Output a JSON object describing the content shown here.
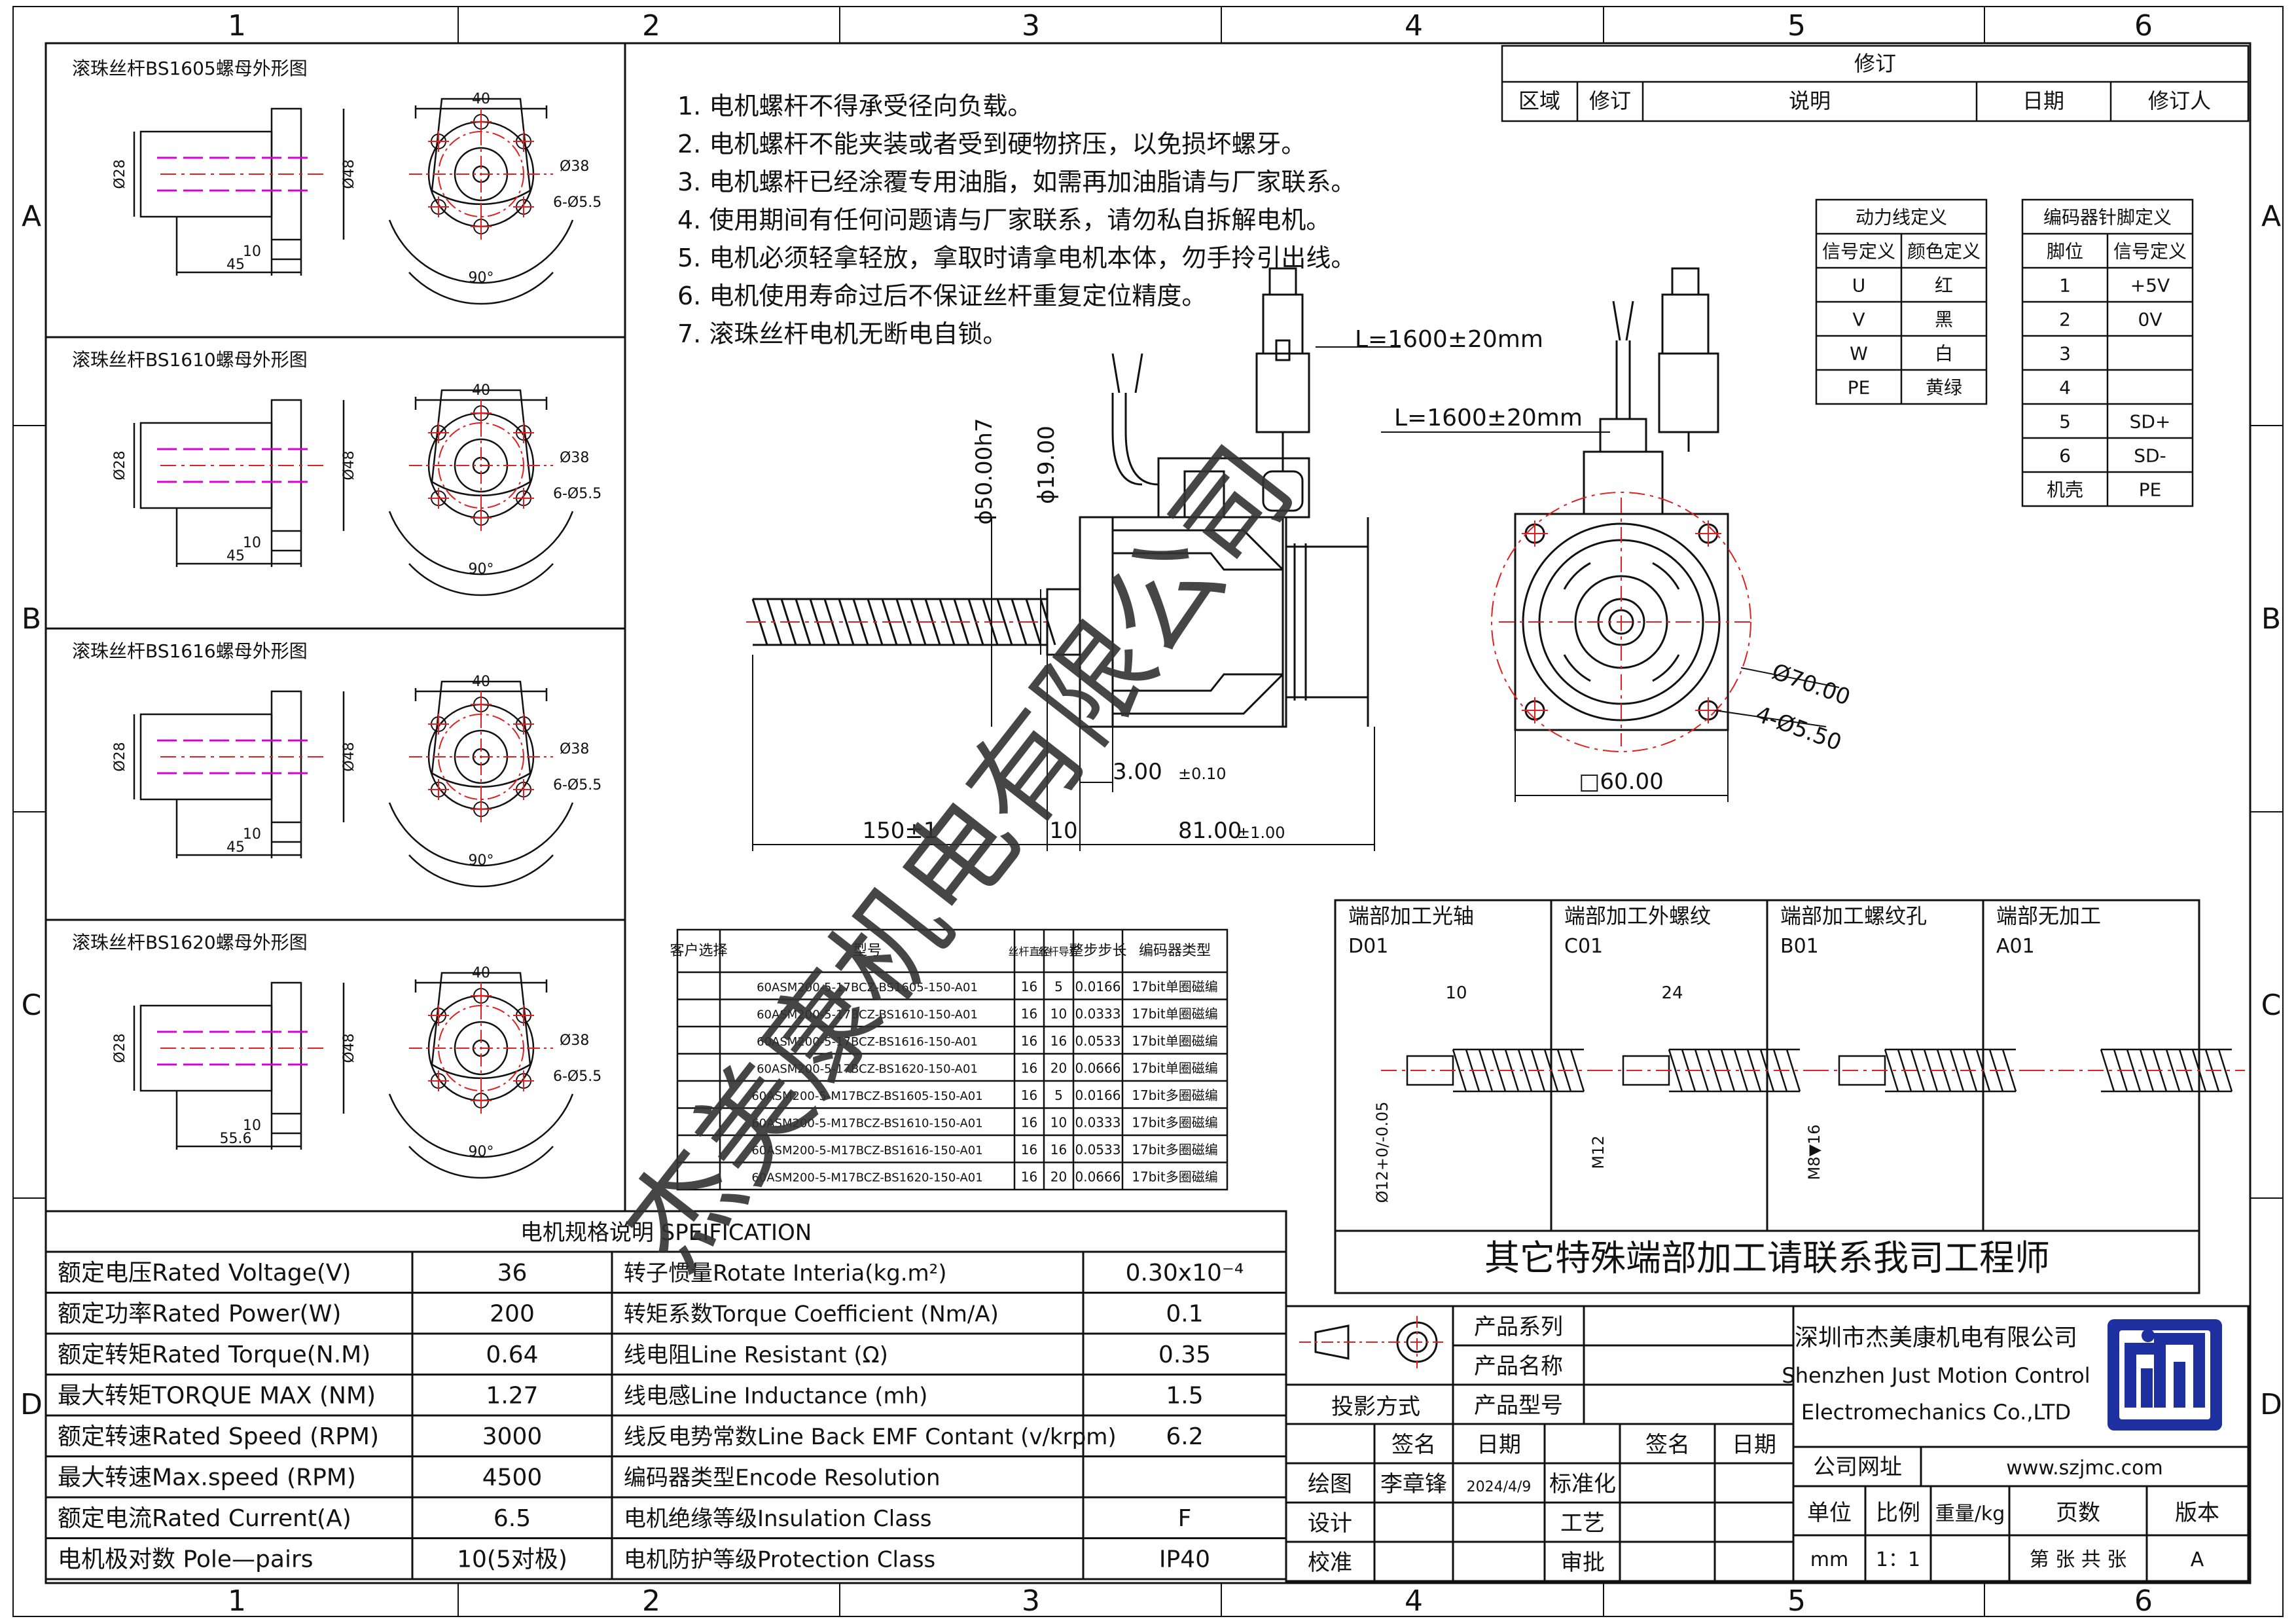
{
  "grid": {
    "cols": [
      "1",
      "2",
      "3",
      "4",
      "5",
      "6"
    ],
    "rows": [
      "A",
      "B",
      "C",
      "D"
    ]
  },
  "nut_views": [
    {
      "title": "滚珠丝杆BS1605螺母外形图",
      "w40": "40",
      "d28": "Ø28",
      "d48": "Ø48",
      "d38": "Ø38",
      "holes": "6-Ø5.5",
      "ang": "90°",
      "l10": "10",
      "l45": "45"
    },
    {
      "title": "滚珠丝杆BS1610螺母外形图",
      "w40": "40",
      "d28": "Ø28",
      "d48": "Ø48",
      "d38": "Ø38",
      "holes": "6-Ø5.5",
      "ang": "90°",
      "l10": "10",
      "l45": "45"
    },
    {
      "title": "滚珠丝杆BS1616螺母外形图",
      "w40": "40",
      "d28": "Ø28",
      "d48": "Ø48",
      "d38": "Ø38",
      "holes": "6-Ø5.5",
      "ang": "90°",
      "l10": "10",
      "l45": "45"
    },
    {
      "title": "滚珠丝杆BS1620螺母外形图",
      "w40": "40",
      "d28": "Ø28",
      "d48": "Ø48",
      "d38": "Ø38",
      "holes": "6-Ø5.5",
      "ang": "90°",
      "l10": "10",
      "l45": "55.6"
    }
  ],
  "notes": [
    "1. 电机螺杆不得承受径向负载。",
    "2. 电机螺杆不能夹装或者受到硬物挤压，以免损坏螺牙。",
    "3. 电机螺杆已经涂覆专用油脂，如需再加油脂请与厂家联系。",
    "4. 使用期间有任何问题请与厂家联系，请勿私自拆解电机。",
    "5. 电机必须轻拿轻放，拿取时请拿电机本体，勿手拎引出线。",
    "6. 电机使用寿命过后不保证丝杆重复定位精度。",
    "7. 滚珠丝杆电机无断电自锁。"
  ],
  "revision": {
    "title": "修订",
    "headers": [
      "区域",
      "修订",
      "说明",
      "日期",
      "修订人"
    ]
  },
  "power_table": {
    "title": "动力线定义",
    "headers": [
      "信号定义",
      "颜色定义"
    ],
    "rows": [
      [
        "U",
        "红"
      ],
      [
        "V",
        "黑"
      ],
      [
        "W",
        "白"
      ],
      [
        "PE",
        "黄绿"
      ]
    ]
  },
  "encoder_table": {
    "title": "编码器针脚定义",
    "headers": [
      "脚位",
      "信号定义"
    ],
    "rows": [
      [
        "1",
        "+5V"
      ],
      [
        "2",
        "0V"
      ],
      [
        "3",
        ""
      ],
      [
        "4",
        ""
      ],
      [
        "5",
        "SD+"
      ],
      [
        "6",
        "SD-"
      ],
      [
        "机壳",
        "PE"
      ]
    ]
  },
  "motor_dims": {
    "cable_len1": "L=1600±20mm",
    "cable_len2": "L=1600±20mm",
    "d50": "ϕ50.00h7",
    "d19": "ϕ19.00",
    "t3": "3.00",
    "t3tol": "±0.10",
    "l150": "150±1",
    "l10": "10",
    "l81": "81.00",
    "l81tol": "±1.00",
    "d70": "Ø70.00",
    "holes": "4-Ø5.50",
    "sq60": "□60.00"
  },
  "model_table": {
    "headers": [
      "客户选择",
      "型号",
      "丝杆直径",
      "丝杆导程",
      "整步步长",
      "编码器类型"
    ],
    "rows": [
      [
        "",
        "60ASM200-5-17BCZ-BS1605-150-A01",
        "16",
        "5",
        "0.0166",
        "17bit单圈磁编"
      ],
      [
        "",
        "60ASM200-5-17BCZ-BS1610-150-A01",
        "16",
        "10",
        "0.0333",
        "17bit单圈磁编"
      ],
      [
        "",
        "60ASM200-5-17BCZ-BS1616-150-A01",
        "16",
        "16",
        "0.0533",
        "17bit单圈磁编"
      ],
      [
        "",
        "60ASM200-5-17BCZ-BS1620-150-A01",
        "16",
        "20",
        "0.0666",
        "17bit单圈磁编"
      ],
      [
        "",
        "60ASM200-5-M17BCZ-BS1605-150-A01",
        "16",
        "5",
        "0.0166",
        "17bit多圈磁编"
      ],
      [
        "",
        "60ASM200-5-M17BCZ-BS1610-150-A01",
        "16",
        "10",
        "0.0333",
        "17bit多圈磁编"
      ],
      [
        "",
        "60ASM200-5-M17BCZ-BS1616-150-A01",
        "16",
        "16",
        "0.0533",
        "17bit多圈磁编"
      ],
      [
        "",
        "60ASM200-5-M17BCZ-BS1620-150-A01",
        "16",
        "20",
        "0.0666",
        "17bit多圈磁编"
      ]
    ]
  },
  "end_types": [
    {
      "title": "端部加工光轴",
      "code": "D01",
      "dim_top": "10",
      "dim_side": "Ø12+0/-0.05"
    },
    {
      "title": "端部加工外螺纹",
      "code": "C01",
      "dim_top": "24",
      "dim_side": "M12"
    },
    {
      "title": "端部加工螺纹孔",
      "code": "B01",
      "dim_top": "",
      "dim_side": "M8▼16"
    },
    {
      "title": "端部无加工",
      "code": "A01",
      "dim_top": "",
      "dim_side": ""
    }
  ],
  "end_note": "其它特殊端部加工请联系我司工程师",
  "spec": {
    "title": "电机规格说明 SPEIFICATION",
    "rows": [
      [
        "额定电压Rated Voltage(V)",
        "36",
        "转子惯量Rotate Interia(kg.m²)",
        "0.30x10⁻⁴"
      ],
      [
        "额定功率Rated Power(W)",
        "200",
        "转矩系数Torque Coefficient (Nm/A)",
        "0.1"
      ],
      [
        "额定转矩Rated Torque(N.M)",
        "0.64",
        "线电阻Line Resistant (Ω)",
        "0.35"
      ],
      [
        "最大转矩TORQUE MAX (NM)",
        "1.27",
        "线电感Line Inductance (mh)",
        "1.5"
      ],
      [
        "额定转速Rated Speed (RPM)",
        "3000",
        "线反电势常数Line Back EMF Contant (v/krpm)",
        "6.2"
      ],
      [
        "最大转速Max.speed (RPM)",
        "4500",
        "编码器类型Encode Resolution",
        ""
      ],
      [
        "额定电流Rated Current(A)",
        "6.5",
        "电机绝缘等级Insulation Class",
        "F"
      ],
      [
        "电机极对数 Pole—pairs",
        "10(5对极)",
        "电机防护等级Protection Class",
        "IP40"
      ]
    ]
  },
  "title_block": {
    "proj_label": "投影方式",
    "series_label": "产品系列",
    "name_label": "产品名称",
    "model_label": "产品型号",
    "sign": "签名",
    "date": "日期",
    "sign2": "签名",
    "date2": "日期",
    "draw": "绘图",
    "drawer": "李章锋",
    "draw_date": "2024/4/9",
    "std": "标准化",
    "design": "设计",
    "craft": "工艺",
    "check": "校准",
    "approve": "审批",
    "company_cn": "深圳市杰美康机电有限公司",
    "company_en1": "Shenzhen Just Motion Control",
    "company_en2": "Electromechanics Co.,LTD",
    "web_label": "公司网址",
    "web": "www.szjmc.com",
    "unit_label": "单位",
    "scale_label": "比例",
    "weight_label": "重量/kg",
    "pages_label": "页数",
    "version_label": "版本",
    "unit": "mm",
    "scale": "1：1",
    "pages": "第 张 共 张",
    "version": "A"
  },
  "watermark": "杰美康机电有限公司"
}
